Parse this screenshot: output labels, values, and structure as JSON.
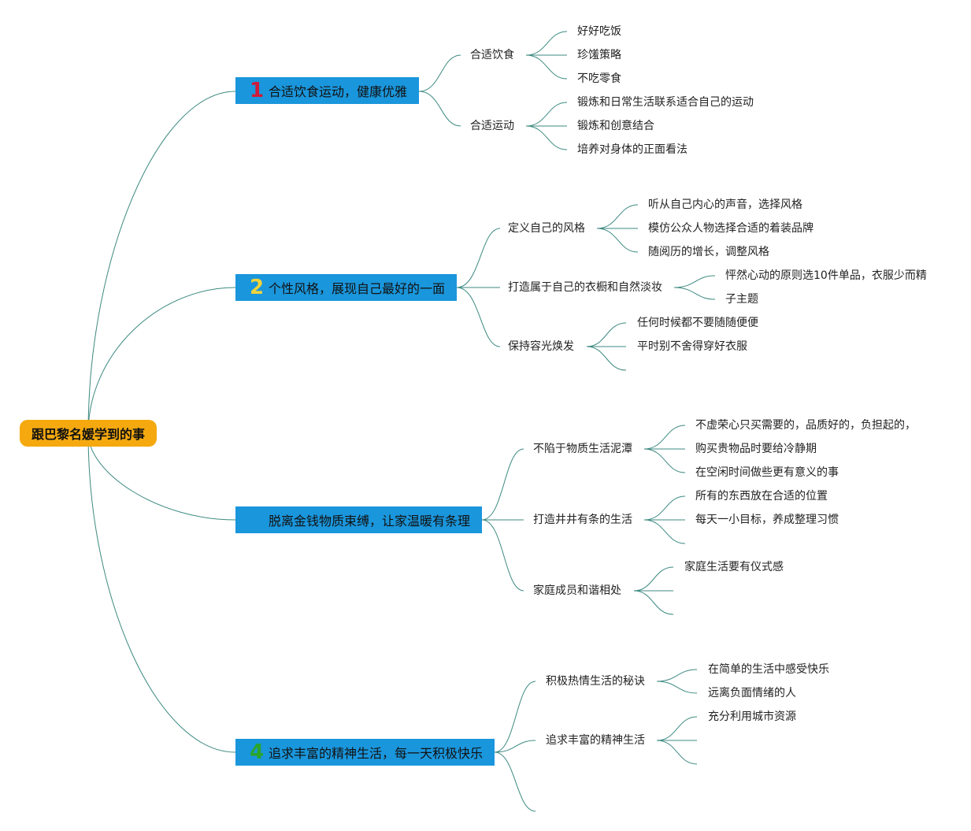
{
  "root": {
    "label": "跟巴黎名媛学到的事"
  },
  "branches": [
    {
      "number": "1",
      "label": "合适饮食运动，健康优雅",
      "children": [
        {
          "label": "合适饮食",
          "leaves": [
            "好好吃饭",
            "珍馐策略",
            "不吃零食"
          ]
        },
        {
          "label": "合适运动",
          "leaves": [
            "锻炼和日常生活联系适合自己的运动",
            "锻炼和创意结合",
            "培养对身体的正面看法"
          ]
        }
      ]
    },
    {
      "number": "2",
      "label": "个性风格，展现自己最好的一面",
      "children": [
        {
          "label": "定义自己的风格",
          "leaves": [
            "听从自己内心的声音，选择风格",
            "模仿公众人物选择合适的着装品牌",
            "随阅历的增长，调整风格"
          ]
        },
        {
          "label": "打造属于自己的衣橱和自然淡妆",
          "leaves": [
            "怦然心动的原则选10件单品，衣服少而精",
            "子主题"
          ]
        },
        {
          "label": "保持容光焕发",
          "leaves": [
            "任何时候都不要随随便便",
            "平时别不舍得穿好衣服"
          ]
        }
      ]
    },
    {
      "number": "",
      "label": "脱离金钱物质束缚，让家温暖有条理",
      "children": [
        {
          "label": "不陷于物质生活泥潭",
          "leaves": [
            "不虚荣心只买需要的，品质好的，负担起的，",
            "购买贵物品时要给冷静期",
            "在空闲时间做些更有意义的事"
          ]
        },
        {
          "label": "打造井井有条的生活",
          "leaves": [
            "所有的东西放在合适的位置",
            "每天一小目标，养成整理习惯"
          ]
        },
        {
          "label": "家庭成员和谐相处",
          "leaves": [
            "家庭生活要有仪式感"
          ]
        }
      ]
    },
    {
      "number": "4",
      "label": "追求丰富的精神生活，每一天积极快乐",
      "children": [
        {
          "label": "积极热情生活的秘诀",
          "leaves": [
            "在简单的生活中感受快乐",
            "远离负面情绪的人"
          ]
        },
        {
          "label": "追求丰富的精神生活",
          "leaves": [
            "充分利用城市资源"
          ]
        }
      ]
    }
  ],
  "colors": {
    "root_fill": "#f5a90f",
    "branch_fill": "#1a96dc",
    "connector": "#3d8a80",
    "number_1": "#d11a3a",
    "number_2": "#f2d33b",
    "number_4": "#2aa52a"
  }
}
